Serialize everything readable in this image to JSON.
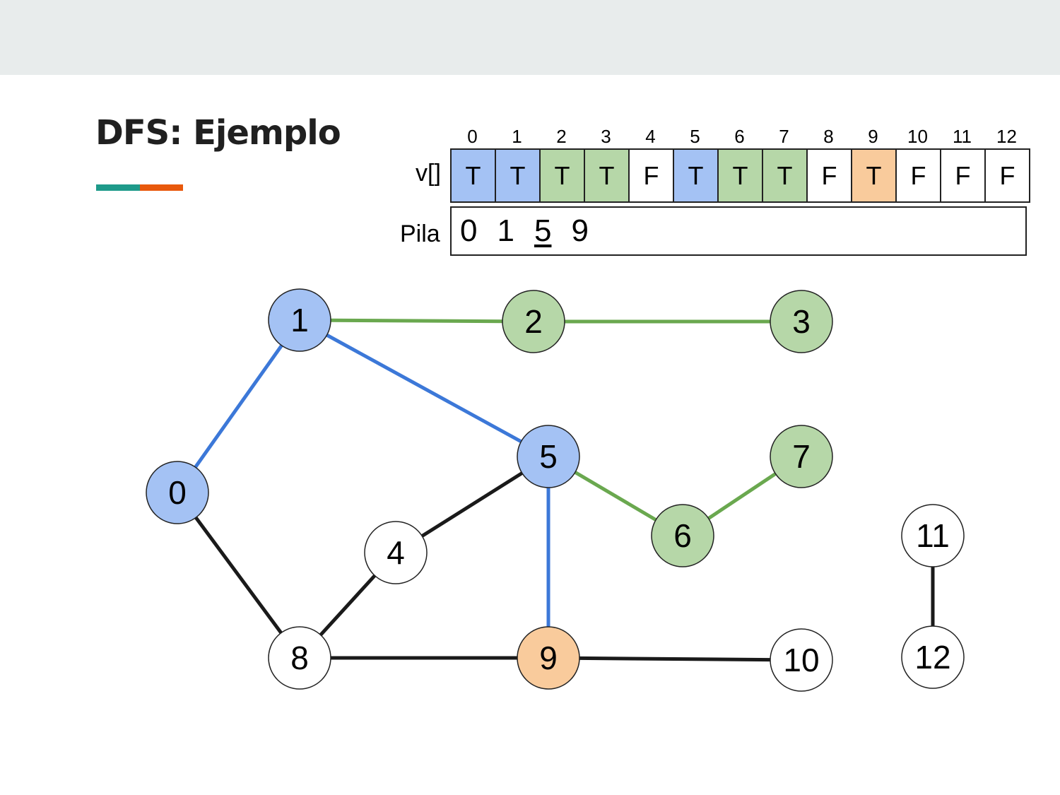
{
  "title": "DFS: Ejemplo",
  "colors": {
    "visited_blue": "#a4c2f4",
    "visited_green": "#b6d7a8",
    "current_orange": "#f9cb9c",
    "unvisited": "#ffffff",
    "edge_blue": "#3c78d8",
    "edge_green": "#6aa84f",
    "edge_black": "#1a1a1a",
    "accent_teal": "#1e9a8a",
    "accent_orange": "#e8590c"
  },
  "visited": {
    "label": "v[]",
    "indices": [
      "0",
      "1",
      "2",
      "3",
      "4",
      "5",
      "6",
      "7",
      "8",
      "9",
      "10",
      "11",
      "12"
    ],
    "values": [
      "T",
      "T",
      "T",
      "T",
      "F",
      "T",
      "T",
      "T",
      "F",
      "T",
      "F",
      "F",
      "F"
    ],
    "colors": [
      "blue",
      "blue",
      "green",
      "green",
      "white",
      "blue",
      "green",
      "green",
      "white",
      "orange",
      "white",
      "white",
      "white"
    ]
  },
  "stack": {
    "label": "Pila",
    "items": [
      "0",
      "1",
      "5",
      "9"
    ],
    "underlined": "5"
  },
  "graph": {
    "nodes": [
      {
        "id": "0",
        "color": "blue"
      },
      {
        "id": "1",
        "color": "blue"
      },
      {
        "id": "2",
        "color": "green"
      },
      {
        "id": "3",
        "color": "green"
      },
      {
        "id": "4",
        "color": "white"
      },
      {
        "id": "5",
        "color": "blue"
      },
      {
        "id": "6",
        "color": "green"
      },
      {
        "id": "7",
        "color": "green"
      },
      {
        "id": "8",
        "color": "white"
      },
      {
        "id": "9",
        "color": "orange"
      },
      {
        "id": "10",
        "color": "white"
      },
      {
        "id": "11",
        "color": "white"
      },
      {
        "id": "12",
        "color": "white"
      }
    ],
    "edges": [
      {
        "from": "1",
        "to": "2",
        "color": "green"
      },
      {
        "from": "2",
        "to": "3",
        "color": "green"
      },
      {
        "from": "1",
        "to": "0",
        "color": "blue"
      },
      {
        "from": "1",
        "to": "5",
        "color": "blue"
      },
      {
        "from": "5",
        "to": "6",
        "color": "green"
      },
      {
        "from": "6",
        "to": "7",
        "color": "green"
      },
      {
        "from": "5",
        "to": "4",
        "color": "black"
      },
      {
        "from": "5",
        "to": "9",
        "color": "blue"
      },
      {
        "from": "0",
        "to": "8",
        "color": "black"
      },
      {
        "from": "4",
        "to": "8",
        "color": "black"
      },
      {
        "from": "8",
        "to": "9",
        "color": "black"
      },
      {
        "from": "9",
        "to": "10",
        "color": "black"
      },
      {
        "from": "11",
        "to": "12",
        "color": "black"
      }
    ]
  }
}
